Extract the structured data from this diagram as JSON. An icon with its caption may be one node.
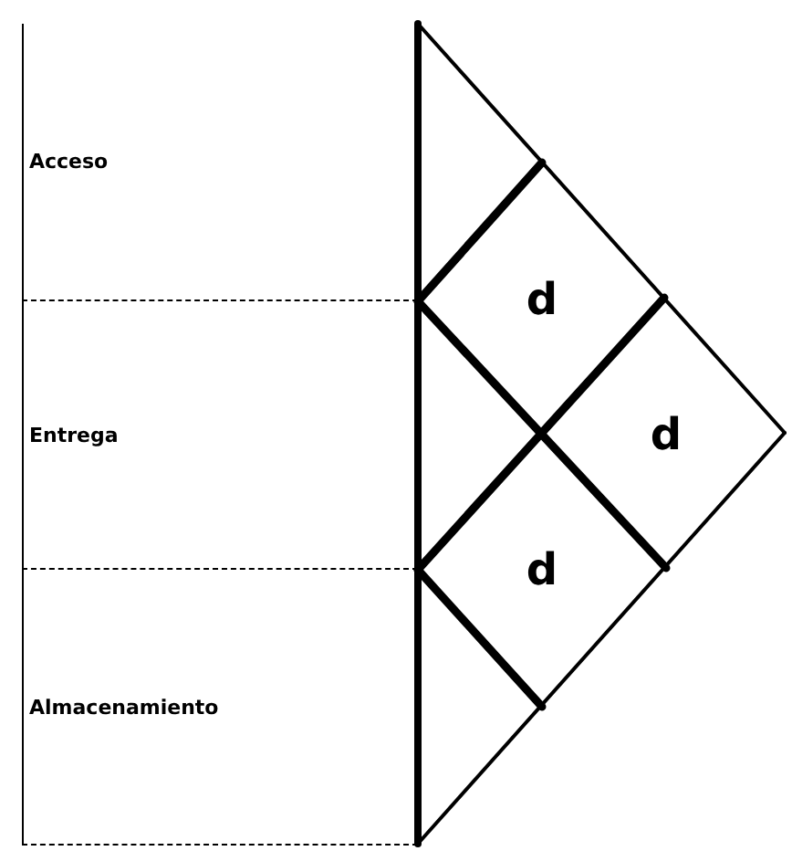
{
  "diagram": {
    "nodes": [
      {
        "text": [
          "Acceso"
        ]
      },
      {
        "text": [
          "Entrega"
        ]
      },
      {
        "text": [
          "Almacenamiento"
        ]
      },
      {
        "text": [
          "d"
        ]
      },
      {
        "text": [
          "d"
        ]
      },
      {
        "text": [
          "d"
        ]
      }
    ]
  }
}
